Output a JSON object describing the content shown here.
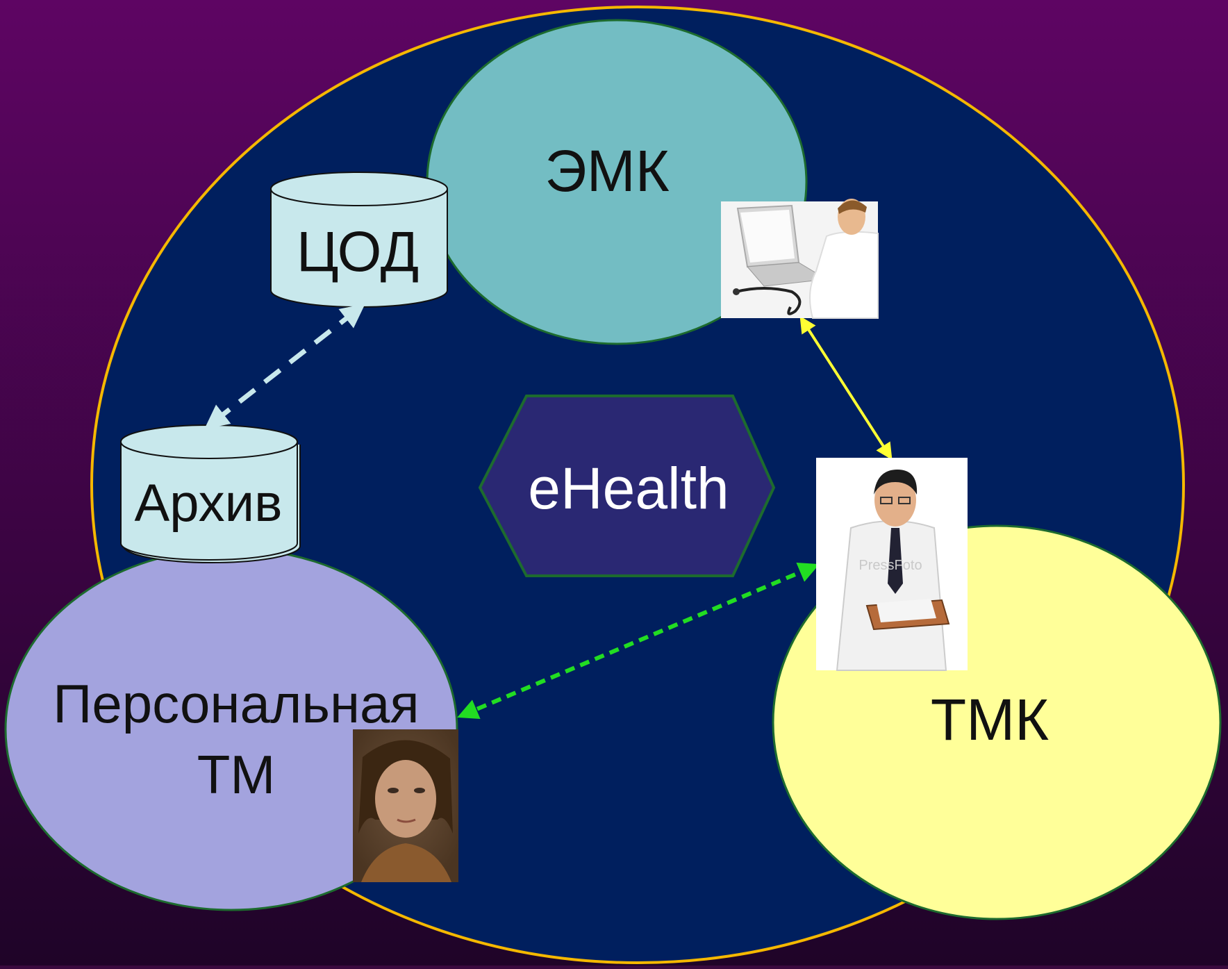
{
  "diagram": {
    "center_label": "eHealth",
    "emk_label": "ЭМК",
    "tmk_label": "ТМК",
    "personal_label_line1": "Персональная",
    "personal_label_line2": "ТМ",
    "cod_label": "ЦОД",
    "archive_label": "Архив",
    "watermark": "PressFoto"
  },
  "colors": {
    "background_top": "#5e0563",
    "background_bottom": "#1f0428",
    "main_ellipse_fill": "#001f5e",
    "main_ellipse_stroke": "#f5b800",
    "emk_fill": "#73bdc3",
    "tmk_fill": "#ffff99",
    "personal_fill": "#a3a3de",
    "cylinder_fill": "#c8e8ec",
    "hexagon_fill": "#2a2873",
    "hexagon_stroke": "#1d6b2e",
    "arrow_dashed_blue": "#c8e8ec",
    "arrow_yellow": "#ffff33",
    "arrow_green": "#22dd22"
  },
  "icons": {
    "doctor_laptop": "doctor-at-laptop-photo",
    "doctor_clipboard": "doctor-with-clipboard-photo",
    "patient": "patient-portrait-photo"
  }
}
